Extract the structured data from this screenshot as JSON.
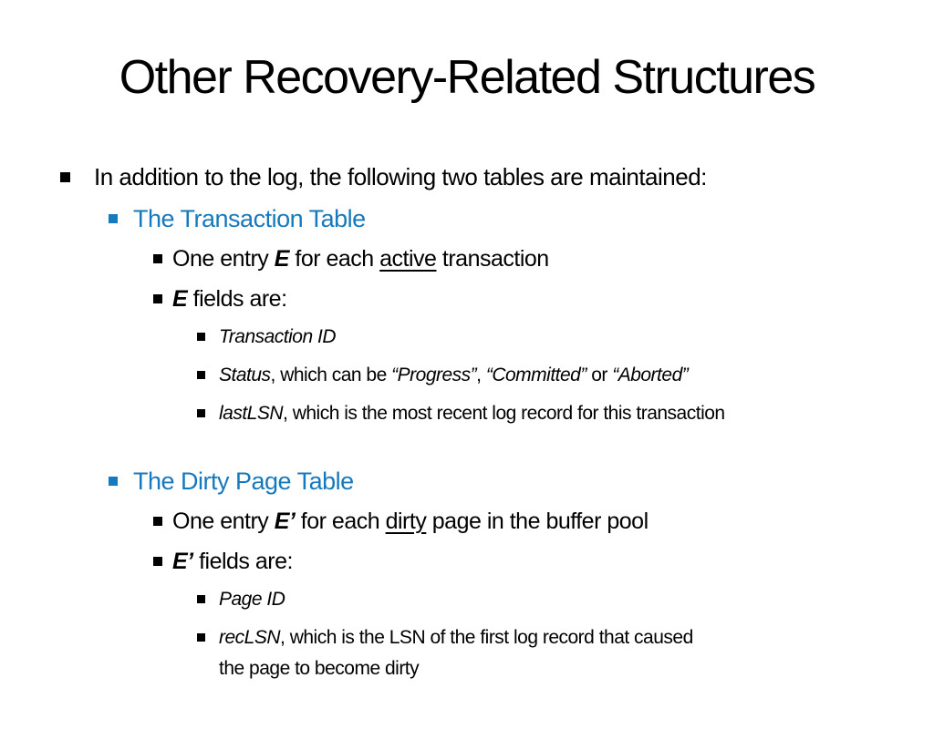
{
  "slide": {
    "title": "Other Recovery-Related Structures",
    "colors": {
      "accent_blue": "#1779BD",
      "text": "#000000",
      "background": "#FFFFFF"
    },
    "lines": [
      {
        "level": 1,
        "name": "bullet-intro",
        "segments": [
          {
            "text": "In addition to the log, the following two tables are maintained:"
          }
        ]
      },
      {
        "level": 2,
        "color": "blue",
        "name": "heading-transaction-table",
        "segments": [
          {
            "text": "The Transaction Table"
          }
        ]
      },
      {
        "level": 3,
        "name": "bullet-transaction-entry",
        "segments": [
          {
            "text": "One entry "
          },
          {
            "text": "E",
            "bold": true,
            "italic": true
          },
          {
            "text": " for each "
          },
          {
            "text": "active",
            "underline": true
          },
          {
            "text": " transaction"
          }
        ]
      },
      {
        "level": 3,
        "name": "bullet-e-fields",
        "segments": [
          {
            "text": "E",
            "bold": true,
            "italic": true
          },
          {
            "text": " fields are:"
          }
        ]
      },
      {
        "level": 4,
        "name": "bullet-transaction-id",
        "segments": [
          {
            "text": "Transaction ID",
            "italic": true
          }
        ]
      },
      {
        "level": 4,
        "name": "bullet-status",
        "segments": [
          {
            "text": "Status",
            "italic": true
          },
          {
            "text": ", which can be "
          },
          {
            "text": "“Progress”",
            "italic": true
          },
          {
            "text": ", "
          },
          {
            "text": "“Committed”",
            "italic": true
          },
          {
            "text": " or "
          },
          {
            "text": "“Aborted”",
            "italic": true
          }
        ]
      },
      {
        "level": 4,
        "name": "bullet-lastlsn",
        "segments": [
          {
            "text": "lastLSN",
            "italic": true
          },
          {
            "text": ", which is the most recent log record for this transaction"
          }
        ]
      },
      {
        "level": 2,
        "color": "blue",
        "section_gap": true,
        "name": "heading-dirty-page-table",
        "segments": [
          {
            "text": "The Dirty Page Table"
          }
        ]
      },
      {
        "level": 3,
        "name": "bullet-dirty-page-entry",
        "segments": [
          {
            "text": "One entry "
          },
          {
            "text": "E’",
            "bold": true,
            "italic": true
          },
          {
            "text": " for each "
          },
          {
            "text": "dirty",
            "underline": true
          },
          {
            "text": " page in the buffer pool"
          }
        ]
      },
      {
        "level": 3,
        "name": "bullet-e-prime-fields",
        "segments": [
          {
            "text": "E’",
            "bold": true,
            "italic": true
          },
          {
            "text": " fields are:"
          }
        ]
      },
      {
        "level": 4,
        "name": "bullet-page-id",
        "segments": [
          {
            "text": "Page ID",
            "italic": true
          }
        ]
      },
      {
        "level": 4,
        "name": "bullet-reclsn",
        "segments": [
          {
            "text": "recLSN",
            "italic": true
          },
          {
            "text": ", which is the LSN of the first log record that caused\nthe page to become dirty"
          }
        ]
      }
    ]
  }
}
